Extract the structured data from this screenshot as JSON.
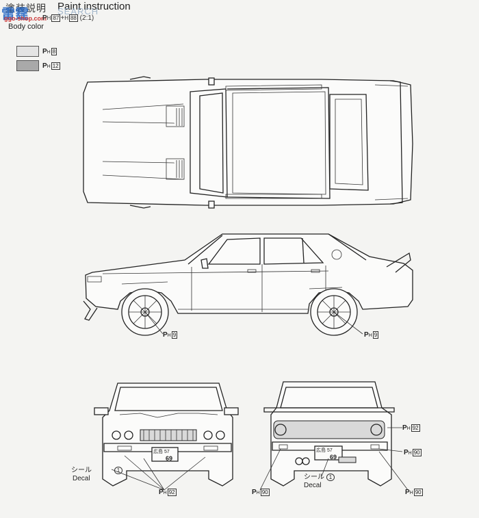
{
  "header": {
    "jp_title": "塗装説明",
    "title": "Paint instruction",
    "search_overlay": "SEARCH",
    "watermark": "雷霆",
    "watermark_url": "ggo-shop.com"
  },
  "mix_note": {
    "code_a": "87",
    "code_b": "88",
    "ratio": "(2:1)"
  },
  "body_color_label": "Body color",
  "swatches": [
    {
      "color": "#e4e4e4",
      "code": "8"
    },
    {
      "color": "#a9a9a9",
      "code": "12"
    }
  ],
  "callouts": {
    "wheel_front": "9",
    "wheel_rear": "9",
    "front_grille": "92",
    "rear_panel": "92",
    "rear_lamp": "90",
    "rear_left": "90",
    "rear_right": "90"
  },
  "decal": {
    "jp": "シール",
    "en": "Decal",
    "number": "1"
  },
  "plate_text": {
    "front": "広島 57",
    "front_no": "69",
    "rear": "広島 57",
    "rear_no": "69"
  },
  "ph_letter": "P",
  "h_letter": "H",
  "plus": "+"
}
